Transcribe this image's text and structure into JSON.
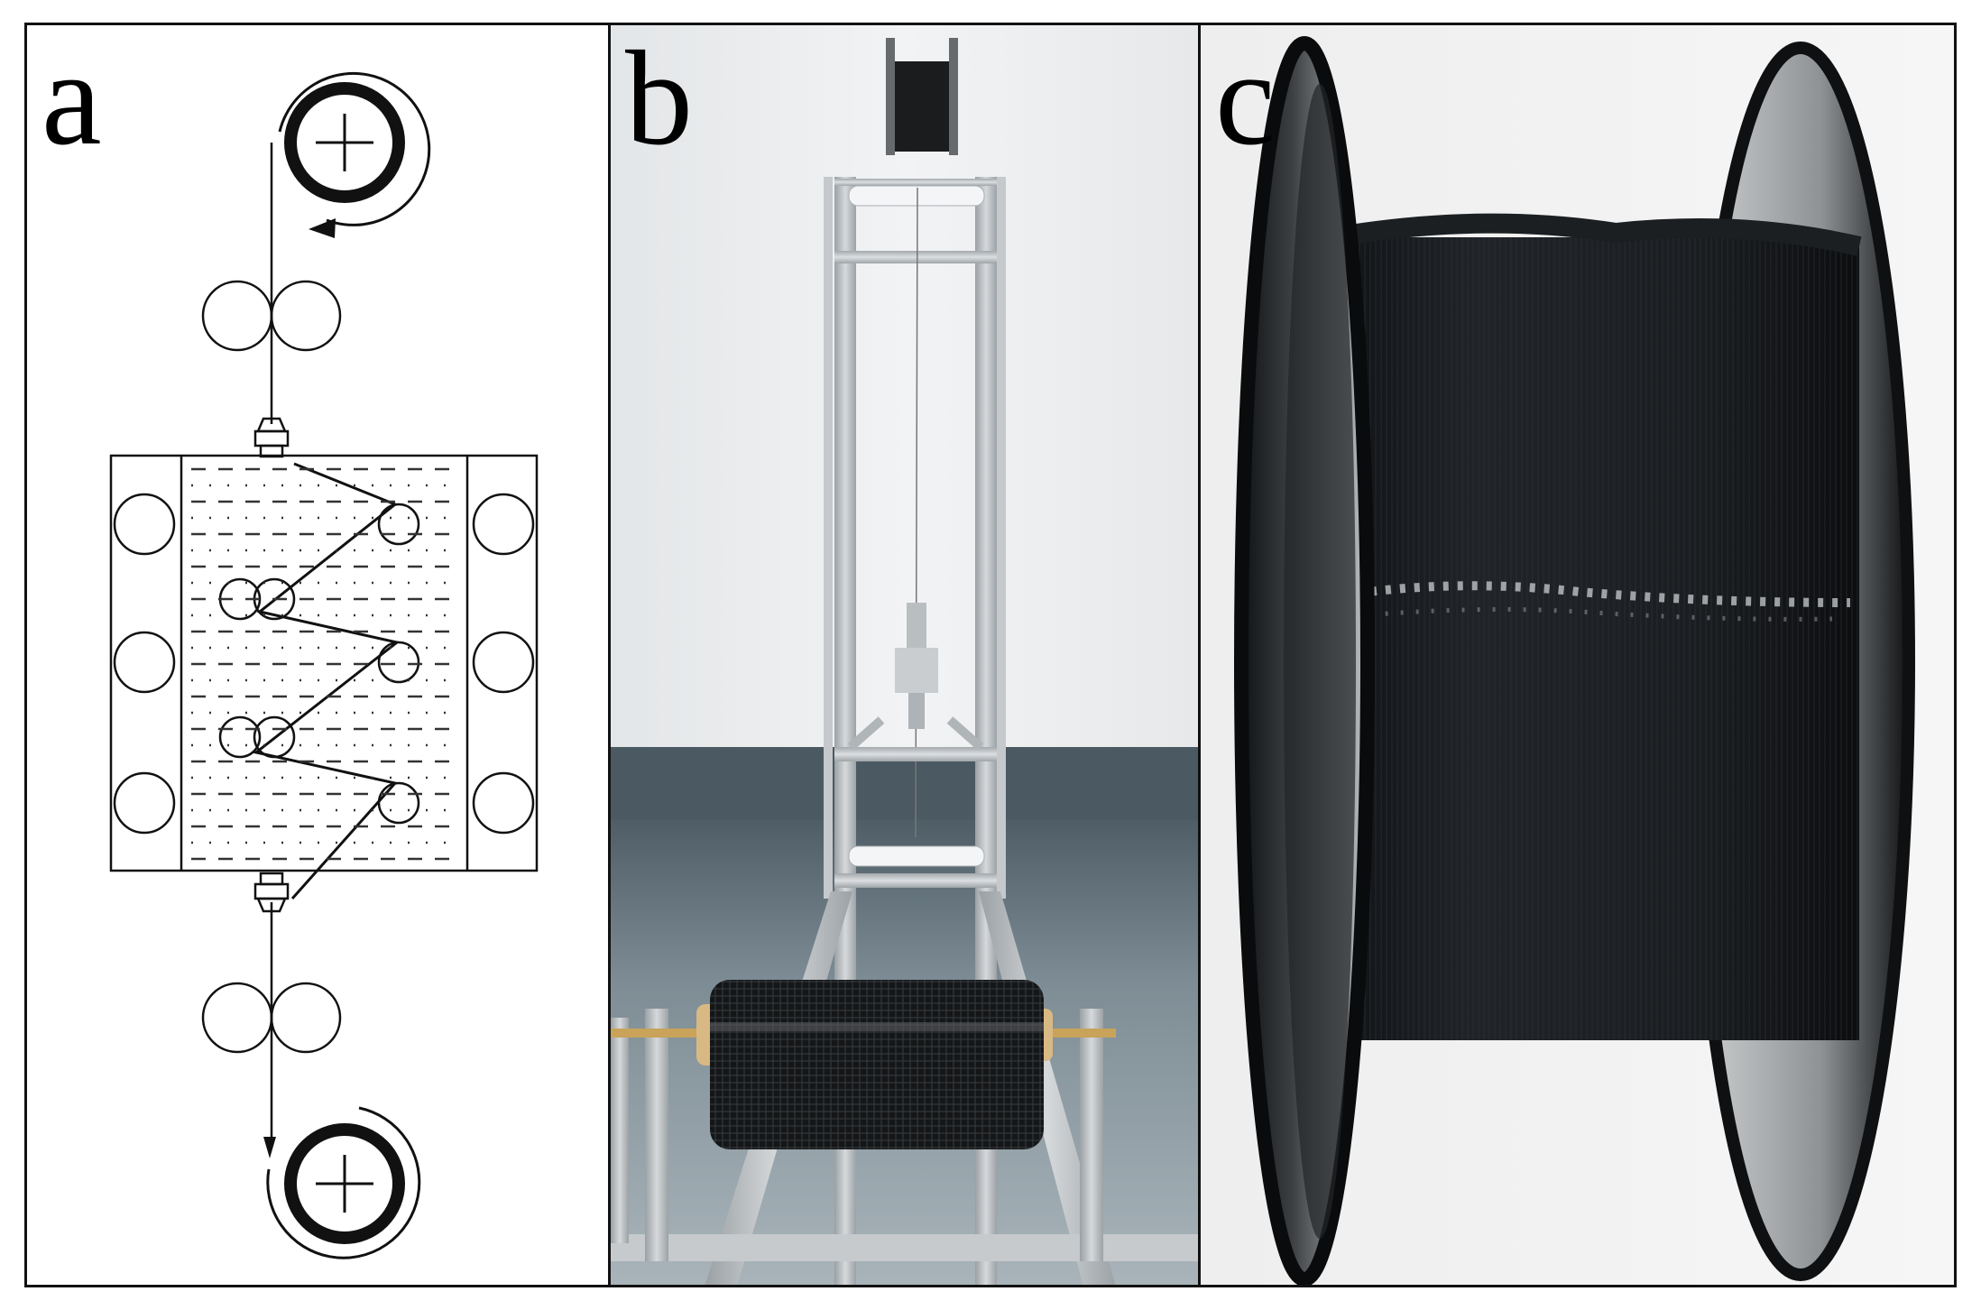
{
  "figure": {
    "panels": [
      {
        "id": "a",
        "label": "a"
      },
      {
        "id": "b",
        "label": "b"
      },
      {
        "id": "c",
        "label": "c"
      }
    ]
  },
  "colors": {
    "border": "#111111",
    "diagram_line": "#111111",
    "wall": "#eceeef",
    "floor": "#5d6a71",
    "frame": "#b8bdc1",
    "fiber_black": "#15181b",
    "spool_flange": "#4a4d50"
  }
}
